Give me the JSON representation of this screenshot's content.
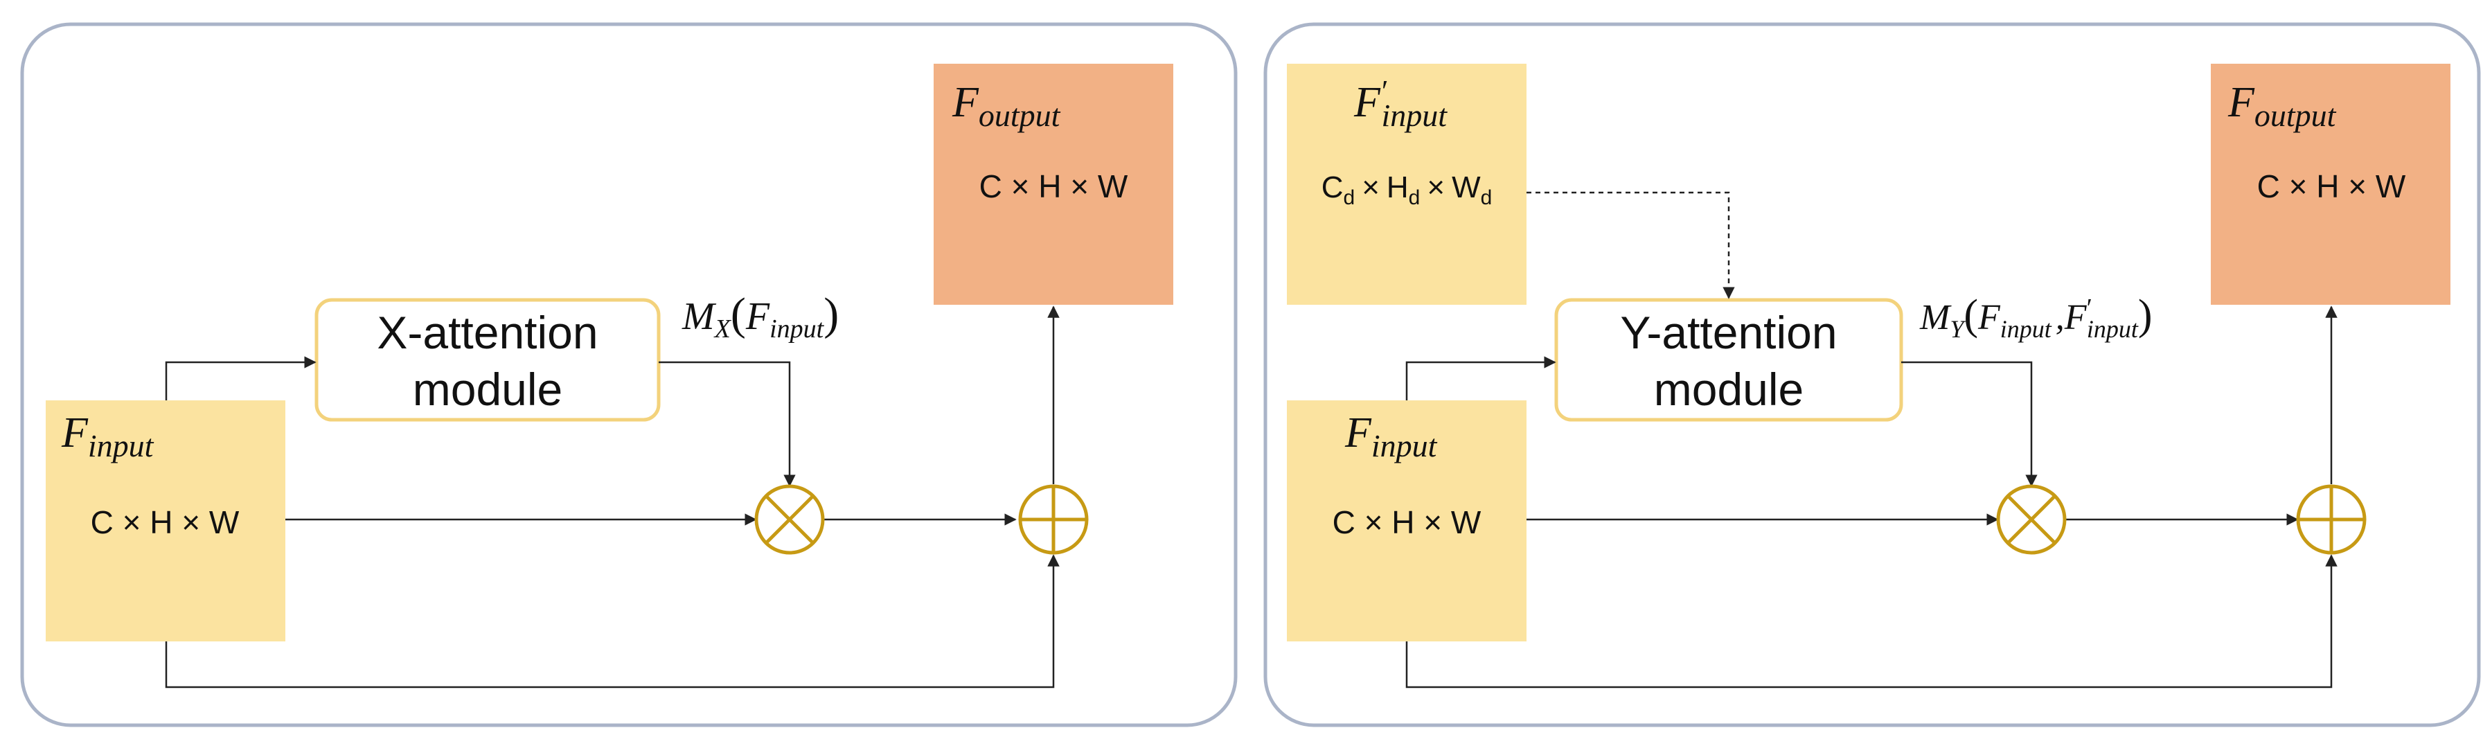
{
  "colors": {
    "panel_border": "#aab4c8",
    "input_fill": "#fbe3a0",
    "output_fill": "#f2b185",
    "module_border": "#f3d27c",
    "operator": "#c79a14",
    "line": "#222222"
  },
  "left": {
    "input_block": {
      "symbol": "F",
      "subscript": "input",
      "dims": "C × H × W"
    },
    "module": {
      "line1": "X-attention",
      "line2": "module"
    },
    "map_label": {
      "M": "M",
      "M_sub": "X",
      "F": "F",
      "F_sub": "input"
    },
    "output_block": {
      "symbol": "F",
      "subscript": "output",
      "dims": "C × H × W"
    }
  },
  "right": {
    "input_block": {
      "symbol": "F",
      "subscript": "input",
      "dims": "C × H × W"
    },
    "aux_input_block": {
      "symbol": "F",
      "prime": "′",
      "subscript": "input",
      "dims_C": "C",
      "dims_H": "H",
      "dims_W": "W",
      "dims_sub": "d",
      "times": "×"
    },
    "module": {
      "line1": "Y-attention",
      "line2": "module"
    },
    "map_label": {
      "M": "M",
      "M_sub": "Y",
      "F": "F",
      "F_sub": "input",
      "sep": ",",
      "F2": "F",
      "F2_prime": "′",
      "F2_sub": "input"
    },
    "output_block": {
      "symbol": "F",
      "subscript": "output",
      "dims": "C × H × W"
    }
  }
}
